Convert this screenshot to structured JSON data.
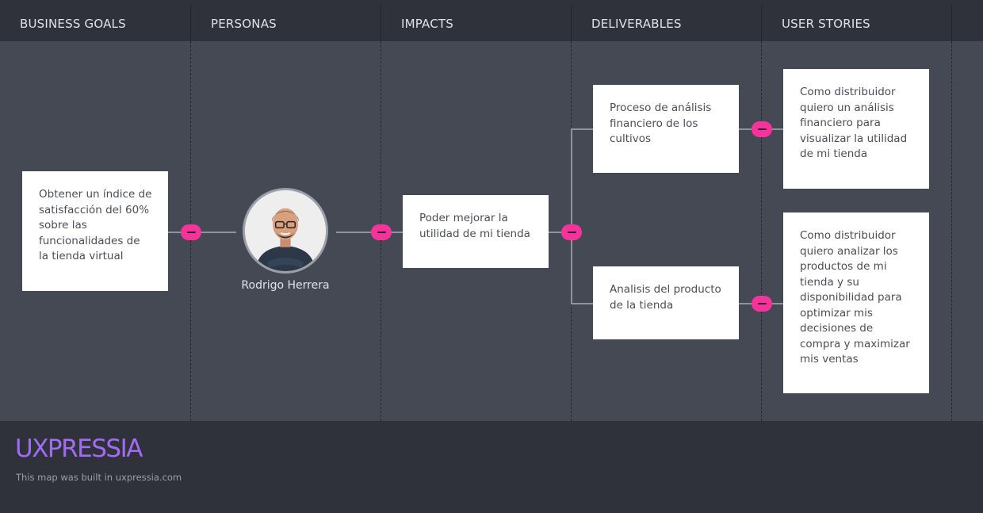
{
  "columns": [
    "BUSINESS GOALS",
    "PERSONAS",
    "IMPACTS",
    "DELIVERABLES",
    "USER STORIES"
  ],
  "goal": {
    "text": "Obtener un índice de satisfacción del 60% sobre las funcionalidades de la tienda virtual"
  },
  "persona": {
    "name": "Rodrigo Herrera",
    "avatar_icon": "person-avatar-icon"
  },
  "impact": {
    "text": "Poder mejorar la utilidad de mi tienda"
  },
  "deliverables": [
    {
      "text": "Proceso de análisis financiero de los cultivos"
    },
    {
      "text": "Analisis del producto de la tienda"
    }
  ],
  "stories": [
    {
      "text": "Como distribuidor quiero un análisis financiero para visualizar la utilidad de mi tienda"
    },
    {
      "text": "Como distribuidor quiero analizar los productos de mi tienda y su disponibilidad para optimizar mis decisiones de compra y maximizar mis ventas"
    }
  ],
  "footer": {
    "logo": "UXPRESSIA",
    "note": "This map was built in uxpressia.com"
  },
  "colors": {
    "accent": "#f5339a",
    "brand": "#a36cf0",
    "background": "#454954",
    "bar": "#2f323a"
  }
}
